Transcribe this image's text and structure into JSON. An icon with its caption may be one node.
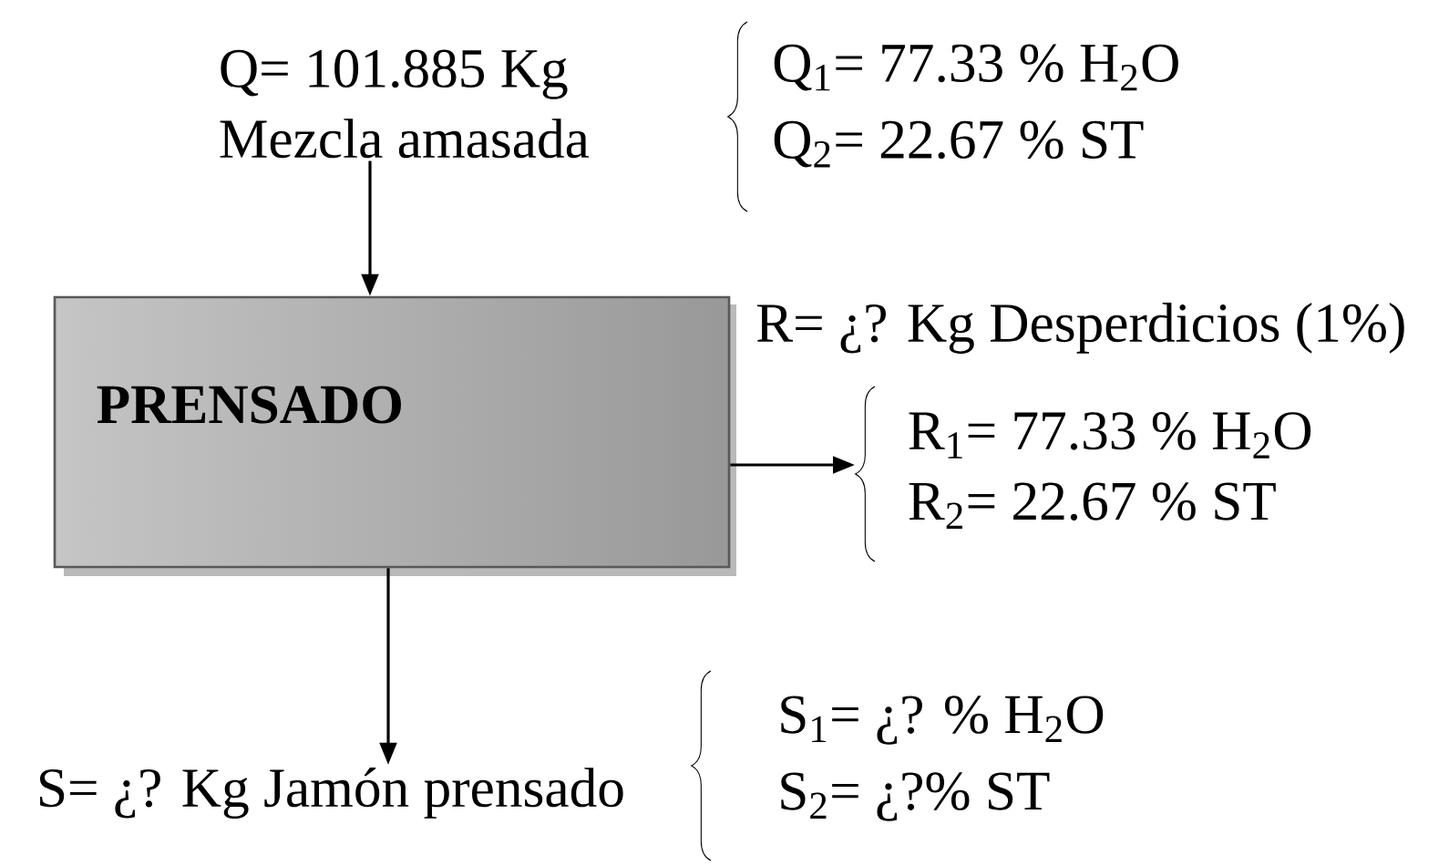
{
  "diagram": {
    "nodes": [
      {
        "text": [
          "PRENSADO"
        ]
      },
      {
        "text": [
          "Q= 101.885 Kg",
          "Mezcla amasada"
        ]
      },
      {
        "text": [
          "R$_{1}$= 77.33 % H$_{2}$O",
          "R$_{2}$= 22.67 % ST"
        ]
      },
      {
        "text": [
          "S= ¿? Kg Jamón  prensado"
        ]
      }
    ],
    "edges": [
      {
        "from": 1,
        "to": 0,
        "arrow": "to"
      },
      {
        "from": 0,
        "to": 2,
        "arrow": "to"
      },
      {
        "from": 0,
        "to": 3,
        "arrow": "to"
      }
    ],
    "labels": [
      "Q$_{1}$= 77.33 % H$_{2}$O",
      "Q$_{2}$= 22.67 % ST",
      "R= ¿? Kg Desperdicios (1%)",
      "S$_{1}$= ¿? % H$_{2}$O",
      "S$_{2}$= ¿?% ST"
    ]
  }
}
